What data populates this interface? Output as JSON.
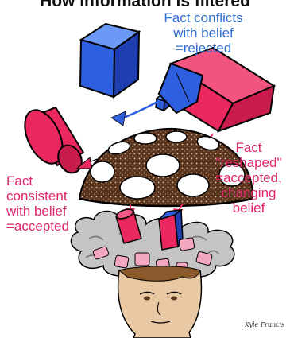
{
  "heading": "How information is filtered",
  "labels": {
    "rejected": [
      "Fact conflicts",
      "with belief",
      "=rejected"
    ],
    "accepted": [
      "Fact",
      "consistent",
      "with belief",
      "=accepted"
    ],
    "reshaped": [
      "Fact",
      "\"reshaped\"",
      "=accepted,",
      "changing",
      "belief"
    ]
  },
  "signature": "Kyle Francis",
  "colors": {
    "blue_text": "#2f6fd1",
    "pink_text": "#e0266d",
    "blue_cube": "#2e5fe0",
    "pink_cylinder": "#e8285e",
    "filter_dome": "#6b3f22",
    "brain_cloud": "#b9b9b9"
  }
}
